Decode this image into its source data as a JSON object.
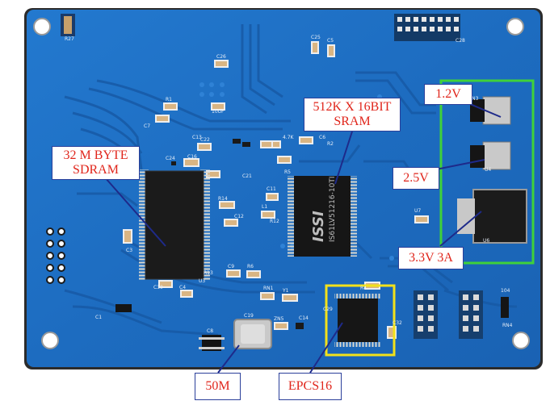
{
  "colors": {
    "pcb_blue": "#1e6fc4",
    "pcb_dark": "#15549a",
    "highlight_green": "#3fd13a",
    "highlight_yellow": "#f2e11a",
    "callout_text": "#e0251b",
    "callout_border": "#2a3f9a"
  },
  "labels": {
    "sdram_line1": "32 M BYTE",
    "sdram_line2": "SDRAM",
    "sram_line1": "512K X 16BIT",
    "sram_line2": "SRAM",
    "reg_12": "1.2V",
    "reg_25": "2.5V",
    "reg_33": "3.3V 3A",
    "osc": "50M",
    "epcs": "EPCS16"
  },
  "chip_markings": {
    "sram_brand": "ISSI",
    "sram_part": "IS61LV51216-10TI",
    "pcb_silk": [
      "R27",
      "C26",
      "C25",
      "C5",
      "R1",
      "C7",
      "C3",
      "C21",
      "C22",
      "C24",
      "C16",
      "10UF",
      "4.7K",
      "R2",
      "R5",
      "C1",
      "C8",
      "C19",
      "C30",
      "C4",
      "C9",
      "R6",
      "Y1",
      "ZN5",
      "RN1",
      "U3",
      "U4",
      "U6",
      "C28",
      "C29",
      "C32",
      "C14",
      "C11",
      "L1",
      "C6",
      "C12",
      "C13",
      "R13",
      "R12",
      "R14",
      "R4",
      "104",
      "RN4",
      "RN3",
      "U7"
    ]
  }
}
